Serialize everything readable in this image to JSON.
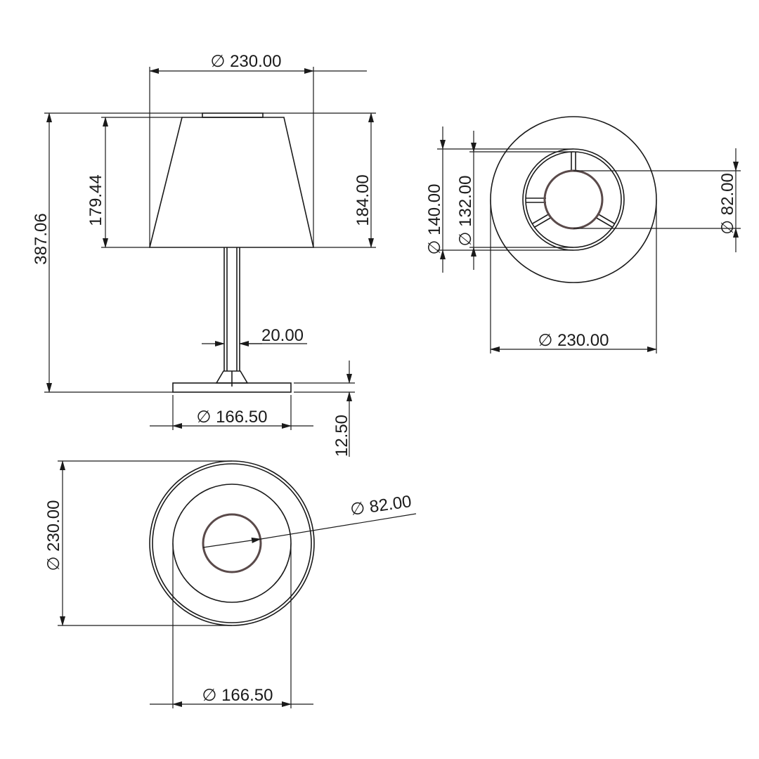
{
  "diameter_symbol": "∅",
  "front_view": {
    "shade_top_width": "230.00",
    "overall_height": "387.06",
    "shade_height_inner": "179.44",
    "shade_height_outer": "184.00",
    "stem_width": "20.00",
    "base_diameter": "166.50",
    "base_height": "12.50"
  },
  "top_view": {
    "outer_diameter": "230.00",
    "ring_diameter_outer": "140.00",
    "ring_diameter_inner": "132.00",
    "hub_diameter": "82.00"
  },
  "bottom_view": {
    "outer_diameter": "230.00",
    "hub_diameter": "82.00",
    "base_diameter": "166.50"
  }
}
